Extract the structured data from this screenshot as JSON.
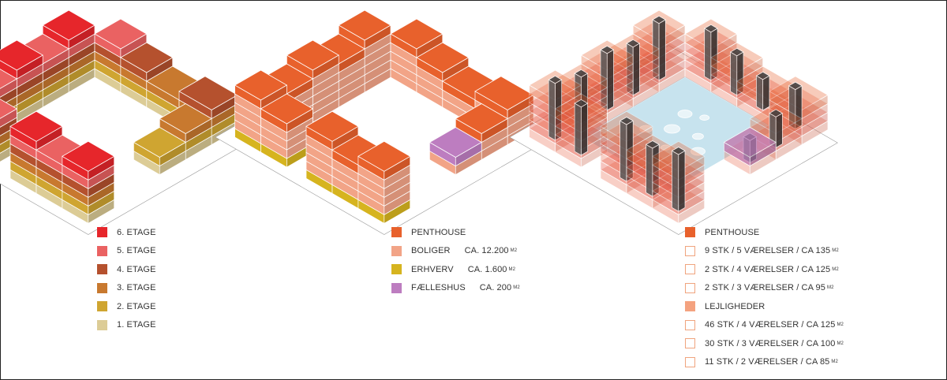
{
  "colors": {
    "etage6": "#e6262b",
    "etage5": "#ea6262",
    "etage4": "#b5512e",
    "etage3": "#c8792f",
    "etage2": "#cfa531",
    "etage1": "#dccc96",
    "penthouse": "#e8612c",
    "boliger": "#f2a487",
    "erhverv": "#d6b41f",
    "faelleshus": "#bd7dc0",
    "outline": "#f0a47e",
    "lejligheder": "#f4a27f"
  },
  "legend1": [
    {
      "label": "6. ETAGE",
      "color": "#e6262b"
    },
    {
      "label": "5. ETAGE",
      "color": "#ea6262"
    },
    {
      "label": "4. ETAGE",
      "color": "#b5512e"
    },
    {
      "label": "3. ETAGE",
      "color": "#c8792f"
    },
    {
      "label": "2. ETAGE",
      "color": "#cfa531"
    },
    {
      "label": "1. ETAGE",
      "color": "#dccc96"
    }
  ],
  "legend2": [
    {
      "label": "PENTHOUSE",
      "value": "",
      "unit": "",
      "color": "#e8612c"
    },
    {
      "label": "BOLIGER",
      "value": "CA. 12.200",
      "unit": "M2",
      "color": "#f2a487"
    },
    {
      "label": "ERHVERV",
      "value": "CA. 1.600",
      "unit": "M2",
      "color": "#d6b41f"
    },
    {
      "label": "FÆLLESHUS",
      "value": "CA. 200",
      "unit": "M2",
      "color": "#bd7dc0"
    }
  ],
  "legend3": [
    {
      "label": "PENTHOUSE",
      "unit": "",
      "style": "filled",
      "color": "#e8612c"
    },
    {
      "label": "9 STK / 5 VÆRELSER / CA 135",
      "unit": "M2",
      "style": "outline"
    },
    {
      "label": "2 STK / 4 VÆRELSER / CA 125",
      "unit": "M2",
      "style": "outline"
    },
    {
      "label": "2 STK / 3 VÆRELSER / CA 95",
      "unit": "M2",
      "style": "outline"
    },
    {
      "label": "LEJLIGHEDER",
      "unit": "",
      "style": "filled",
      "color": "#f4a27f"
    },
    {
      "label": "46 STK / 4 VÆRELSER / CA 125",
      "unit": "M2",
      "style": "outline"
    },
    {
      "label": "30 STK / 3 VÆRELSER / CA 100",
      "unit": "M2",
      "style": "outline"
    },
    {
      "label": "11 STK / 2 VÆRELSER /   CA 85",
      "unit": "M2",
      "style": "outline"
    }
  ]
}
